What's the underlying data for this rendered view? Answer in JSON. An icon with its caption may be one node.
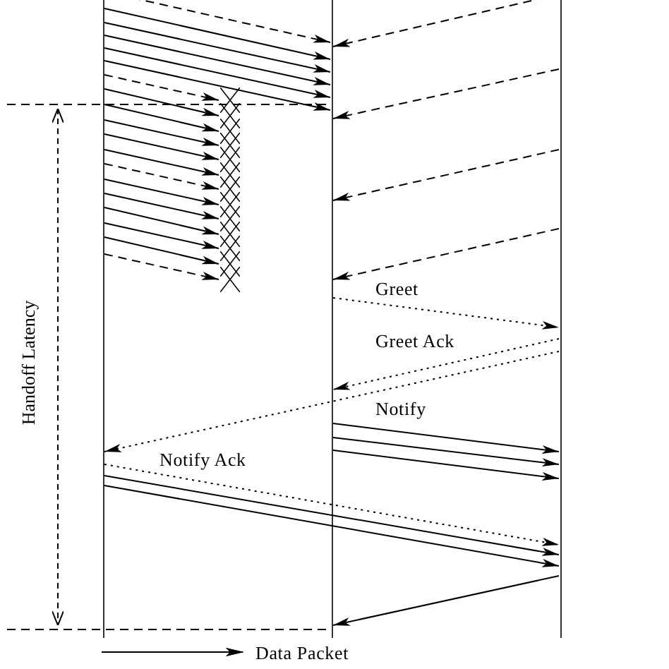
{
  "diagram": {
    "nodes": [
      {
        "text": [],
        "shape": "line"
      },
      {
        "text": [],
        "shape": "line"
      },
      {
        "text": [],
        "shape": "line"
      },
      {
        "text": [],
        "shape": "cross"
      },
      {
        "text": [],
        "shape": "cross"
      },
      {
        "text": [],
        "shape": "cross"
      },
      {
        "text": [],
        "shape": "cross"
      },
      {
        "text": [],
        "shape": "cross"
      },
      {
        "text": [],
        "shape": "cross"
      },
      {
        "text": [],
        "shape": "cross"
      },
      {
        "text": [],
        "shape": "cross"
      },
      {
        "text": [],
        "shape": "cross"
      },
      {
        "text": [],
        "shape": "cross"
      },
      {
        "text": [],
        "shape": "cross"
      },
      {
        "text": [],
        "shape": "cross"
      },
      {
        "text": [],
        "shape": "cross"
      }
    ],
    "edges": [
      {
        "from": 0,
        "to": 1,
        "arrow": "to",
        "style": "dashed"
      },
      {
        "from": 2,
        "to": 1,
        "arrow": "to",
        "style": "dashed"
      },
      {
        "from": 0,
        "to": 1,
        "arrow": "to"
      },
      {
        "from": 0,
        "to": 1,
        "arrow": "to"
      },
      {
        "from": 0,
        "to": 1,
        "arrow": "to"
      },
      {
        "from": 0,
        "to": 1,
        "arrow": "to"
      },
      {
        "from": 0,
        "to": 1,
        "arrow": "to"
      },
      {
        "from": 0,
        "to": 3,
        "arrow": "to",
        "style": "dashed"
      },
      {
        "from": 2,
        "to": 1,
        "arrow": "to",
        "style": "dashed"
      },
      {
        "from": 0,
        "to": 4,
        "arrow": "to"
      },
      {
        "from": 0,
        "to": 5,
        "arrow": "to"
      },
      {
        "from": 0,
        "to": 6,
        "arrow": "to"
      },
      {
        "from": 0,
        "to": 7,
        "arrow": "to"
      },
      {
        "from": 0,
        "to": 8,
        "arrow": "to"
      },
      {
        "from": 0,
        "to": 9,
        "arrow": "to",
        "style": "dashed"
      },
      {
        "from": 0,
        "to": 10,
        "arrow": "to"
      },
      {
        "from": 0,
        "to": 11,
        "arrow": "to"
      },
      {
        "from": 0,
        "to": 12,
        "arrow": "to"
      },
      {
        "from": 0,
        "to": 13,
        "arrow": "to"
      },
      {
        "from": 0,
        "to": 14,
        "arrow": "to"
      },
      {
        "from": 0,
        "to": 15,
        "arrow": "to",
        "style": "dashed"
      },
      {
        "from": 2,
        "to": 1,
        "arrow": "to",
        "style": "dashed"
      },
      {
        "from": 2,
        "to": 1,
        "arrow": "to",
        "style": "dashed"
      },
      {
        "from": 1,
        "to": 2,
        "arrow": "to",
        "style": "dashed",
        "label": "Greet"
      },
      {
        "from": 2,
        "to": 1,
        "arrow": "to",
        "style": "dashed",
        "label": "Greet Ack"
      },
      {
        "from": 2,
        "to": 0,
        "arrow": "to",
        "style": "dashed",
        "label": "Notify"
      },
      {
        "from": 1,
        "to": 2,
        "arrow": "to"
      },
      {
        "from": 1,
        "to": 2,
        "arrow": "to"
      },
      {
        "from": 1,
        "to": 2,
        "arrow": "to"
      },
      {
        "from": 0,
        "to": 2,
        "arrow": "to",
        "style": "dashed",
        "label": "Notify Ack"
      },
      {
        "from": 0,
        "to": 2,
        "arrow": "to"
      },
      {
        "from": 0,
        "to": 2,
        "arrow": "to"
      },
      {
        "from": 2,
        "to": 1,
        "arrow": "to"
      }
    ],
    "labels": [
      "Handoff Latency"
    ],
    "legend": [
      {
        "text": "Data Packet"
      }
    ]
  }
}
